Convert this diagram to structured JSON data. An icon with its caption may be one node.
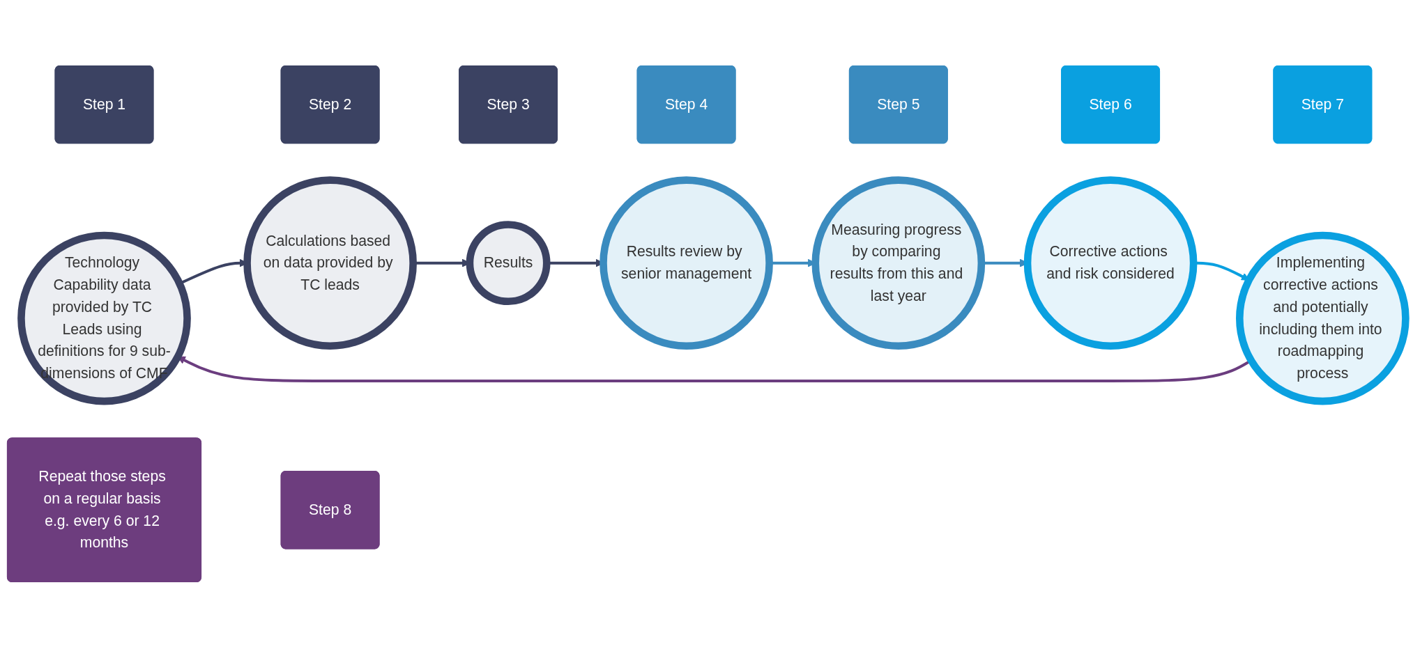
{
  "diagram": {
    "nodes": [
      {
        "text": [
          "Step 1"
        ]
      },
      {
        "text": [
          "Step 2"
        ]
      },
      {
        "text": [
          "Step 3"
        ]
      },
      {
        "text": [
          "Step 4"
        ]
      },
      {
        "text": [
          "Step 5"
        ]
      },
      {
        "text": [
          "Step 6"
        ]
      },
      {
        "text": [
          "Step 7"
        ]
      },
      {
        "text": [
          "Technology Capability data provided by TC Leads using definitions for 9 sub-dimensions of CMF"
        ]
      },
      {
        "text": [
          "Calculations based on data provided by TC leads"
        ]
      },
      {
        "text": [
          "Results"
        ]
      },
      {
        "text": [
          "Results review by senior management"
        ]
      },
      {
        "text": [
          "Measuring progress by comparing results from this and last year"
        ]
      },
      {
        "text": [
          "Corrective actions and risk considered"
        ]
      },
      {
        "text": [
          "Implementing corrective actions and potentially including them into roadmapping process"
        ]
      },
      {
        "text": [
          "Repeat those steps on a regular basis e.g. every 6 or 12 months"
        ]
      },
      {
        "text": [
          "Step 8"
        ]
      }
    ],
    "edges": [
      {
        "from": 7,
        "to": 8,
        "arrow": "to",
        "color": "#3b4262"
      },
      {
        "from": 8,
        "to": 9,
        "arrow": "to",
        "color": "#3b4262"
      },
      {
        "from": 9,
        "to": 10,
        "arrow": "to",
        "color": "#3b4262"
      },
      {
        "from": 10,
        "to": 11,
        "arrow": "to",
        "color": "#3a8bbf"
      },
      {
        "from": 11,
        "to": 12,
        "arrow": "to",
        "color": "#3a8bbf"
      },
      {
        "from": 12,
        "to": 13,
        "arrow": "to",
        "color": "#0aa0e0"
      },
      {
        "from": 13,
        "to": 7,
        "arrow": "to",
        "color": "#6b3d7f"
      }
    ]
  }
}
